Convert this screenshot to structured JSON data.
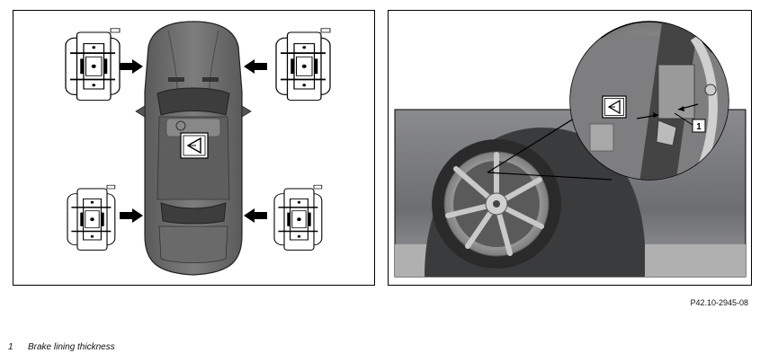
{
  "figure": {
    "code": "P42.10-2945-08",
    "callout_number": "1"
  },
  "legend": [
    {
      "number": "1",
      "text": "Brake lining thickness"
    }
  ],
  "icons": [
    "visual-check-icon",
    "arrow-right-icon",
    "arrow-left-icon",
    "brake-caliper-icon",
    "vehicle-top-view",
    "wheel-closeup-photo"
  ],
  "colors": {
    "car_body": "#6e6e6e",
    "photo_bg": "#7a7b7d",
    "tire": "#2a2a2a"
  }
}
